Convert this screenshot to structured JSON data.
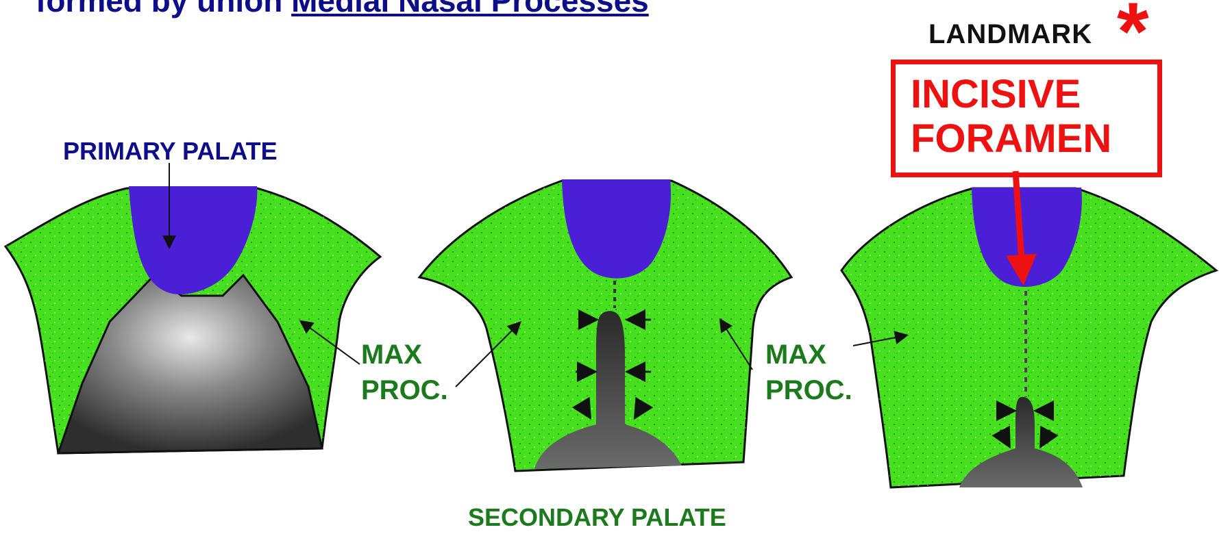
{
  "title": {
    "prefix": "formed by union ",
    "emphasis": "Medial Nasal Processes"
  },
  "landmark": {
    "label": "LANDMARK",
    "marker": "*"
  },
  "callout": {
    "line1": "INCISIVE",
    "line2": "FORAMEN"
  },
  "labels": {
    "primary_palate": "PRIMARY PALATE",
    "secondary_palate": "SECONDARY PALATE",
    "max_proc_line1": "MAX",
    "max_proc_line2": "PROC."
  },
  "colors": {
    "maxillary_process": "#46e01f",
    "primary_palate": "#4a1fd6",
    "title": "#0d0d8a",
    "callout": "#ee1111",
    "label_green": "#1b7a1b"
  }
}
